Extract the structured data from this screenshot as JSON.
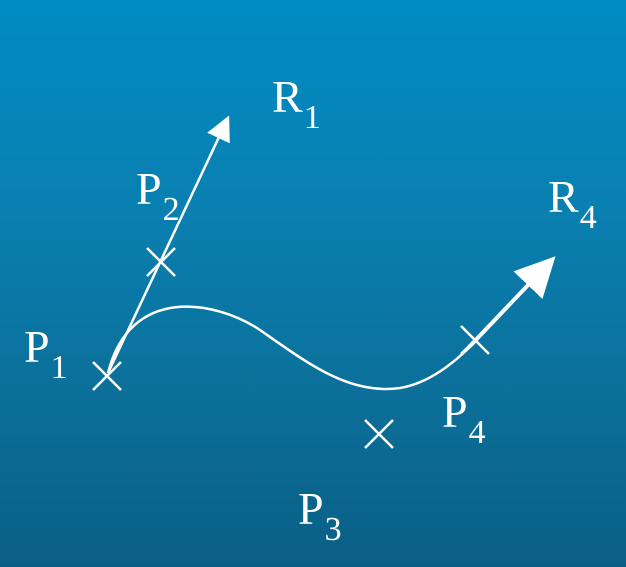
{
  "diagram": {
    "labels": {
      "p1": {
        "main": "P",
        "sub": "1"
      },
      "p2": {
        "main": "P",
        "sub": "2"
      },
      "p3": {
        "main": "P",
        "sub": "3"
      },
      "p4": {
        "main": "P",
        "sub": "4"
      },
      "r1": {
        "main": "R",
        "sub": "1"
      },
      "r4": {
        "main": "R",
        "sub": "4"
      }
    },
    "colors": {
      "background_top": "#008cc4",
      "background_bottom": "#0a5f85",
      "foreground": "#ffffff"
    }
  }
}
